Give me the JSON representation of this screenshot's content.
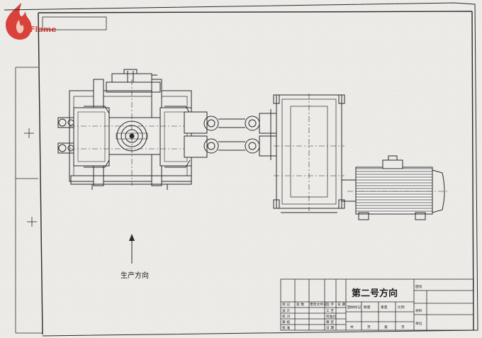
{
  "watermark": {
    "text": "Flame",
    "color": "#d9423a"
  },
  "drawing": {
    "direction_label": "生产方向",
    "title": "第二号方向"
  },
  "title_block": {
    "row1": [
      "标 记",
      "处 数",
      "更改文件号",
      "签 字",
      "日 期"
    ],
    "row2": [
      "设 计",
      "工 艺"
    ],
    "row3": [
      "校 对",
      "标准化"
    ],
    "row4": [
      "审 核",
      "审 定"
    ],
    "row5": [
      "批 准",
      "日 期"
    ],
    "mid_headers": [
      "图样标记",
      "数量",
      "重量",
      "比例"
    ],
    "bottom": [
      "共",
      "页",
      "第",
      "页"
    ],
    "right_labels": [
      "图号",
      "材料",
      "单位"
    ]
  },
  "colors": {
    "line": "#2a2a2a",
    "paper": "#ecebe8"
  }
}
